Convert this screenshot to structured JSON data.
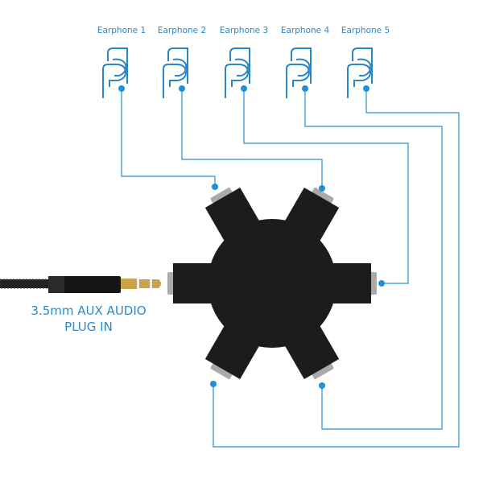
{
  "earphones": [
    {
      "label": "Earphone 1"
    },
    {
      "label": "Earphone 2"
    },
    {
      "label": "Earphone 3"
    },
    {
      "label": "Earphone 4"
    },
    {
      "label": "Earphone 5"
    }
  ],
  "plug": {
    "line1": "3.5mm AUX AUDIO",
    "line2": "PLUG IN"
  },
  "colors": {
    "accent": "#1e90d6",
    "hub": "#1c1c1c",
    "plug_gold": "#c9a24a"
  },
  "icons": [
    "earphone-icon",
    "connector-dot"
  ]
}
